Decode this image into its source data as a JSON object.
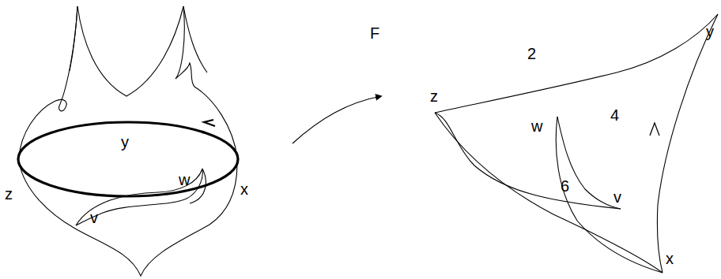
{
  "diagram": {
    "labels": [
      "y",
      "z",
      "w",
      "x",
      "v",
      "F",
      "2",
      "z",
      "y",
      "w",
      "4",
      "6",
      "v",
      "x"
    ]
  }
}
